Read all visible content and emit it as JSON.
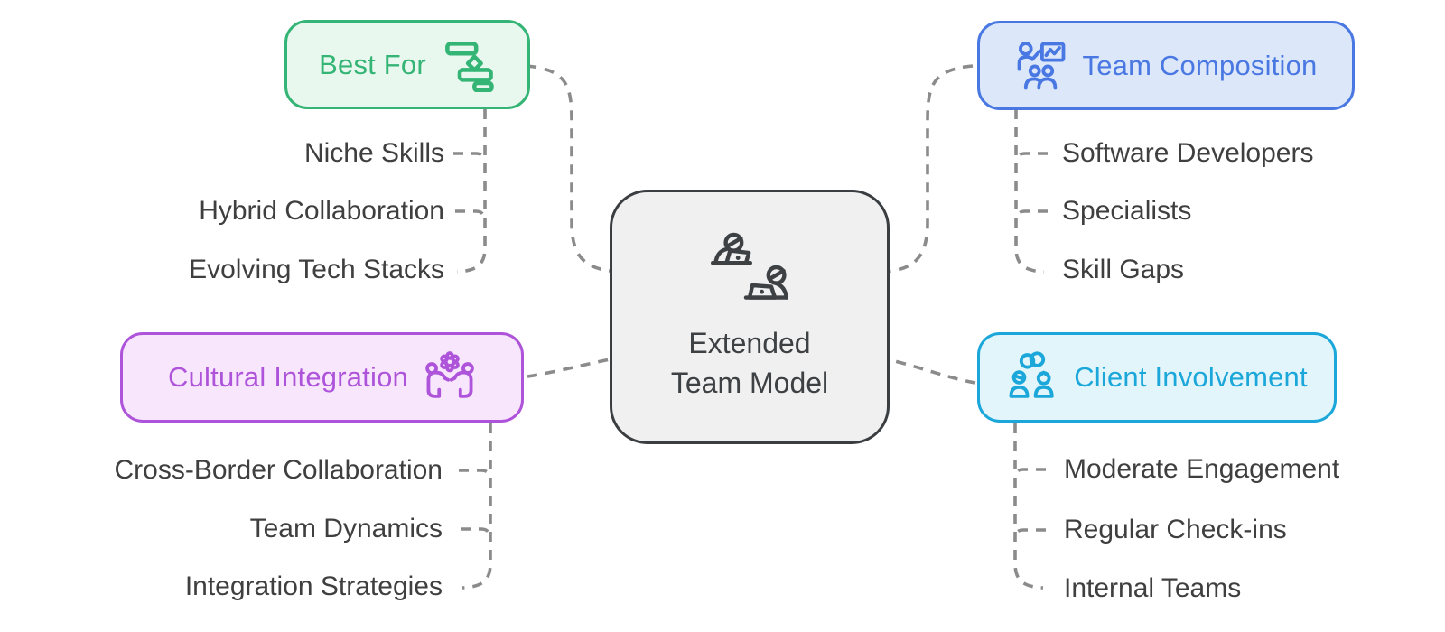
{
  "title": "Extended Team Model diagram",
  "colors": {
    "background": "#ffffff",
    "connector": "#8b8b8b",
    "leaf_text": "#3f3f3f",
    "center_border": "#3b3e41",
    "center_fill": "#f0f0f0",
    "center_text": "#3e4144"
  },
  "center_node": {
    "icon": "remote-team-laptops-icon",
    "lines": [
      "Extended",
      "Team Model"
    ]
  },
  "branches": [
    {
      "id": "best-for",
      "label": "Best For",
      "icon": "timeline-milestones-icon",
      "accent": "#34b575",
      "fill": "#e9f8ef",
      "items": [
        "Niche Skills",
        "Hybrid Collaboration",
        "Evolving Tech Stacks"
      ]
    },
    {
      "id": "team-composition",
      "label": "Team Composition",
      "icon": "presenter-whiteboard-team-icon",
      "accent": "#4a78e2",
      "fill": "#dce7fa",
      "items": [
        "Software Developers",
        "Specialists",
        "Skill Gaps"
      ]
    },
    {
      "id": "cultural-integration",
      "label": "Cultural Integration",
      "icon": "people-collaboration-flower-icon",
      "accent": "#ae54da",
      "fill": "#f8e6fd",
      "items": [
        "Cross-Border Collaboration",
        "Team Dynamics",
        "Integration Strategies"
      ]
    },
    {
      "id": "client-involvement",
      "label": "Client Involvement",
      "icon": "linked-rings-people-icon",
      "accent": "#1ba7d9",
      "fill": "#e2f5fb",
      "items": [
        "Moderate Engagement",
        "Regular Check-ins",
        "Internal Teams"
      ]
    }
  ]
}
